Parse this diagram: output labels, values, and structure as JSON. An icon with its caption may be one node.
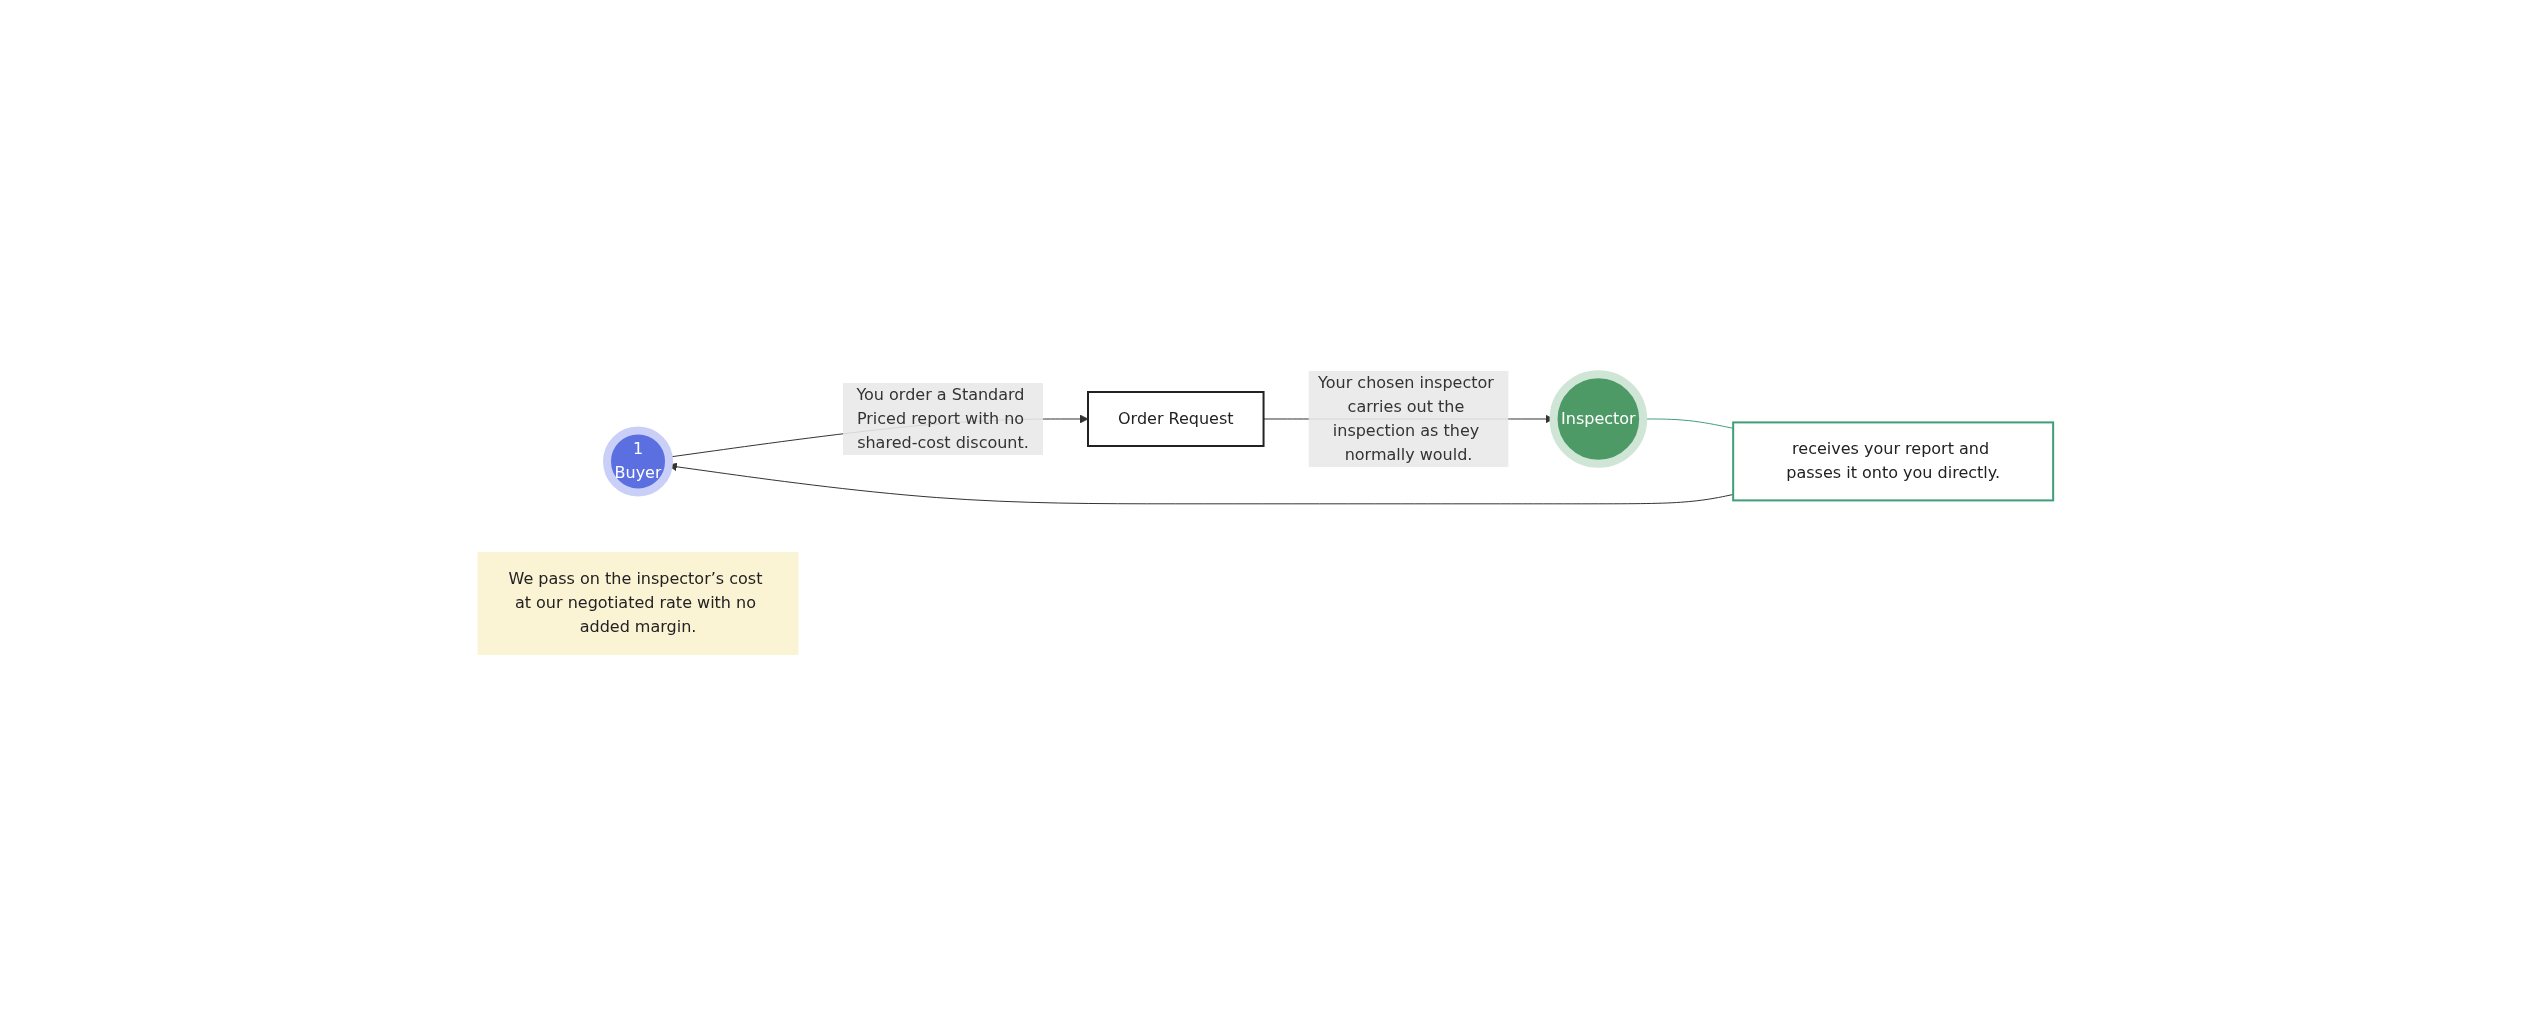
{
  "diagram": {
    "nodes": [
      {
        "text": [
          "1",
          "Buyer"
        ]
      },
      {
        "text": [
          "Order Request"
        ]
      },
      {
        "text": [
          "Inspector"
        ]
      },
      {
        "text": [
          "receives your report and passes it onto you directly."
        ]
      },
      {
        "text": [
          "We pass on the inspector’s cost at our negotiated rate with no added margin."
        ]
      }
    ],
    "edges": [
      {
        "from": 0,
        "to": 1,
        "arrow": "to",
        "label": "You order a Standard Priced report with no shared-cost discount."
      },
      {
        "from": 1,
        "to": 2,
        "arrow": "to",
        "label": "Your chosen inspector carries out the inspection as they normally would."
      },
      {
        "from": 2,
        "to": 3,
        "arrow": "none",
        "color": "#3f9e78"
      },
      {
        "from": 3,
        "to": 0,
        "arrow": "to"
      }
    ]
  }
}
